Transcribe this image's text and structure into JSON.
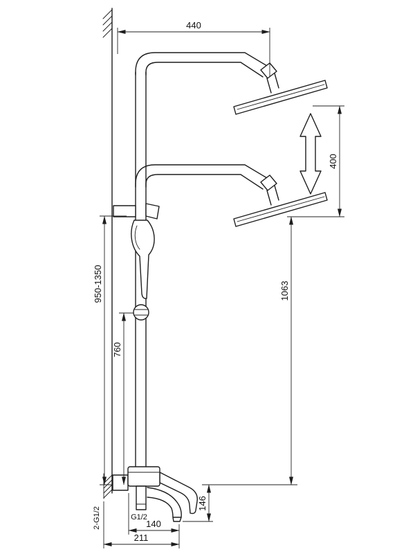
{
  "colors": {
    "ink": "#1d1d1d",
    "paper": "#ffffff"
  },
  "labels": {
    "dim_top_width": "440",
    "dim_head_travel": "400",
    "dim_head_to_outlet": "1063",
    "dim_mount_height_range": "950-1350",
    "dim_slider_height": "760",
    "dim_spout_drop": "146",
    "dim_spout_reach": "140",
    "dim_overall_reach": "211",
    "outlet_thread": "G1/2",
    "inlet_thread": "2-G1/2"
  }
}
